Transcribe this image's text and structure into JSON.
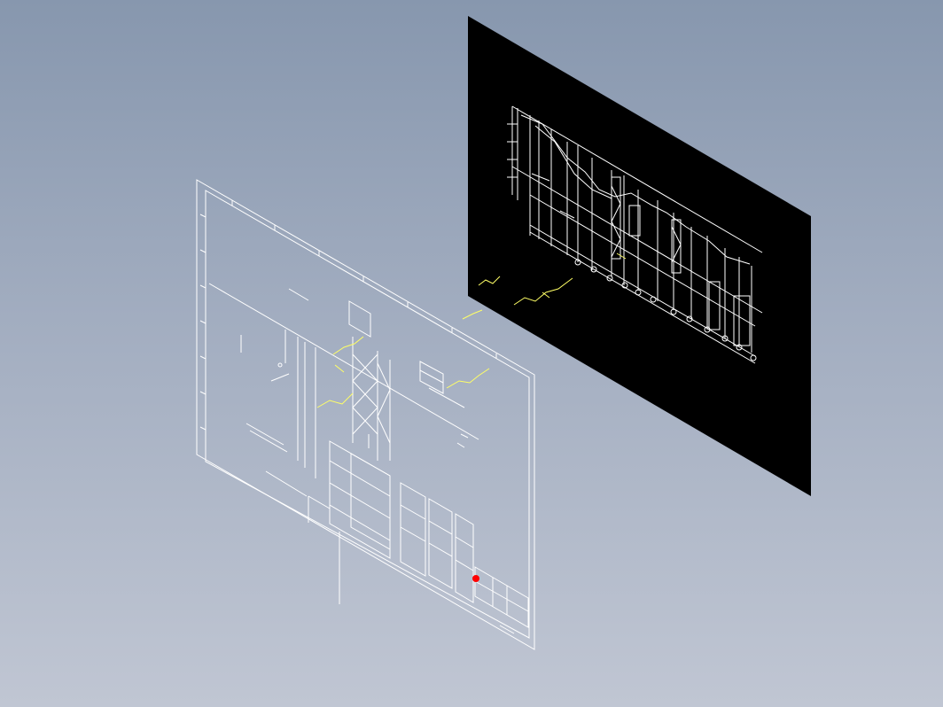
{
  "scene": {
    "background_top": "#8797ae",
    "background_bottom": "#c0c6d3",
    "view": "isometric"
  },
  "colors": {
    "linework": "#ffffff",
    "dark_sheet": "#000000",
    "highlight_dims": "#ffff66",
    "marker": "#ff0000"
  },
  "sheets": [
    {
      "name": "model-space-sheet",
      "background": "#000000",
      "content": "elevation-drawing"
    },
    {
      "name": "layout-sheet",
      "background": "transparent",
      "content": "title-block-drawing"
    }
  ],
  "markers": [
    {
      "name": "ucs-origin-marker",
      "icon": "red-dot-icon"
    }
  ]
}
